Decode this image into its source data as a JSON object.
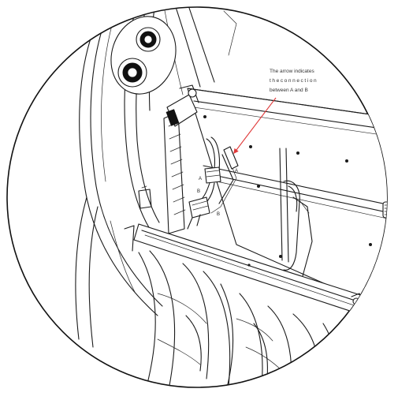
{
  "callout": {
    "line1": "The arrow indicates",
    "line2": "theconnection",
    "line3": "between A and B",
    "arrow_color": "#e03a3a"
  },
  "labels": {
    "a_right": "A",
    "a_left": "A",
    "b_upper": "B",
    "b_lower": "B"
  },
  "colors": {
    "line": "#1a1a1a",
    "background": "#ffffff",
    "accent": "#e03a3a"
  }
}
